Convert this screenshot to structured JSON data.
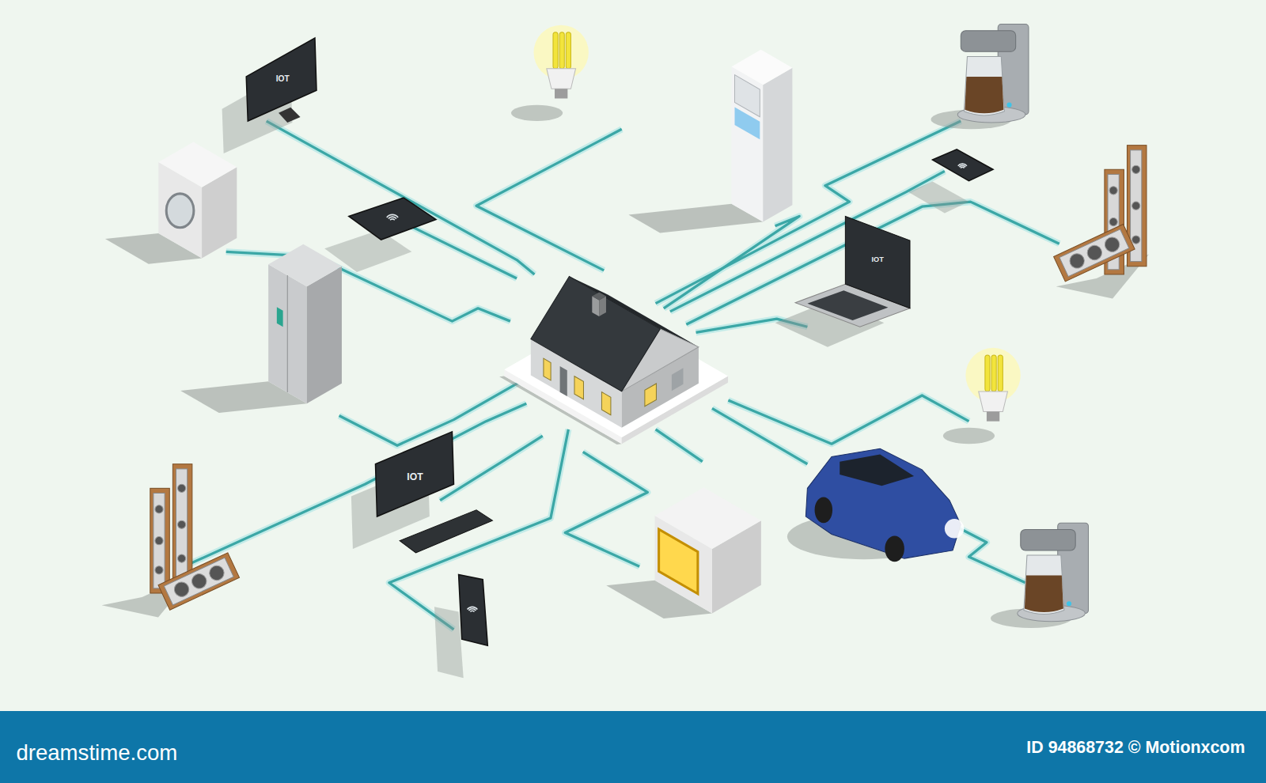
{
  "diagram": {
    "labels": [
      "IOT",
      "IOT",
      "IOT",
      "dreamstime.com",
      "ID 94868732 © Motionxcom"
    ]
  }
}
